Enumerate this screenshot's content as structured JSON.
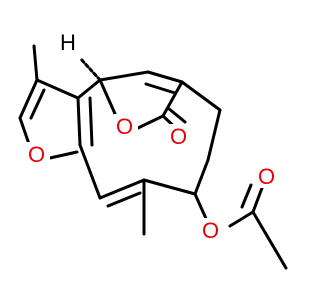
{
  "molecule": {
    "atom_labels": {
      "hydrogen": "H",
      "oxygen_furan": "O",
      "oxygen_lactone_ring": "O",
      "oxygen_lactone_carbonyl": "O",
      "oxygen_ester": "O",
      "oxygen_acetyl_carbonyl": "O"
    },
    "colors": {
      "bond": "#000000",
      "oxygen": "#e8000b",
      "hydrogen": "#000000",
      "background": "#ffffff"
    }
  }
}
